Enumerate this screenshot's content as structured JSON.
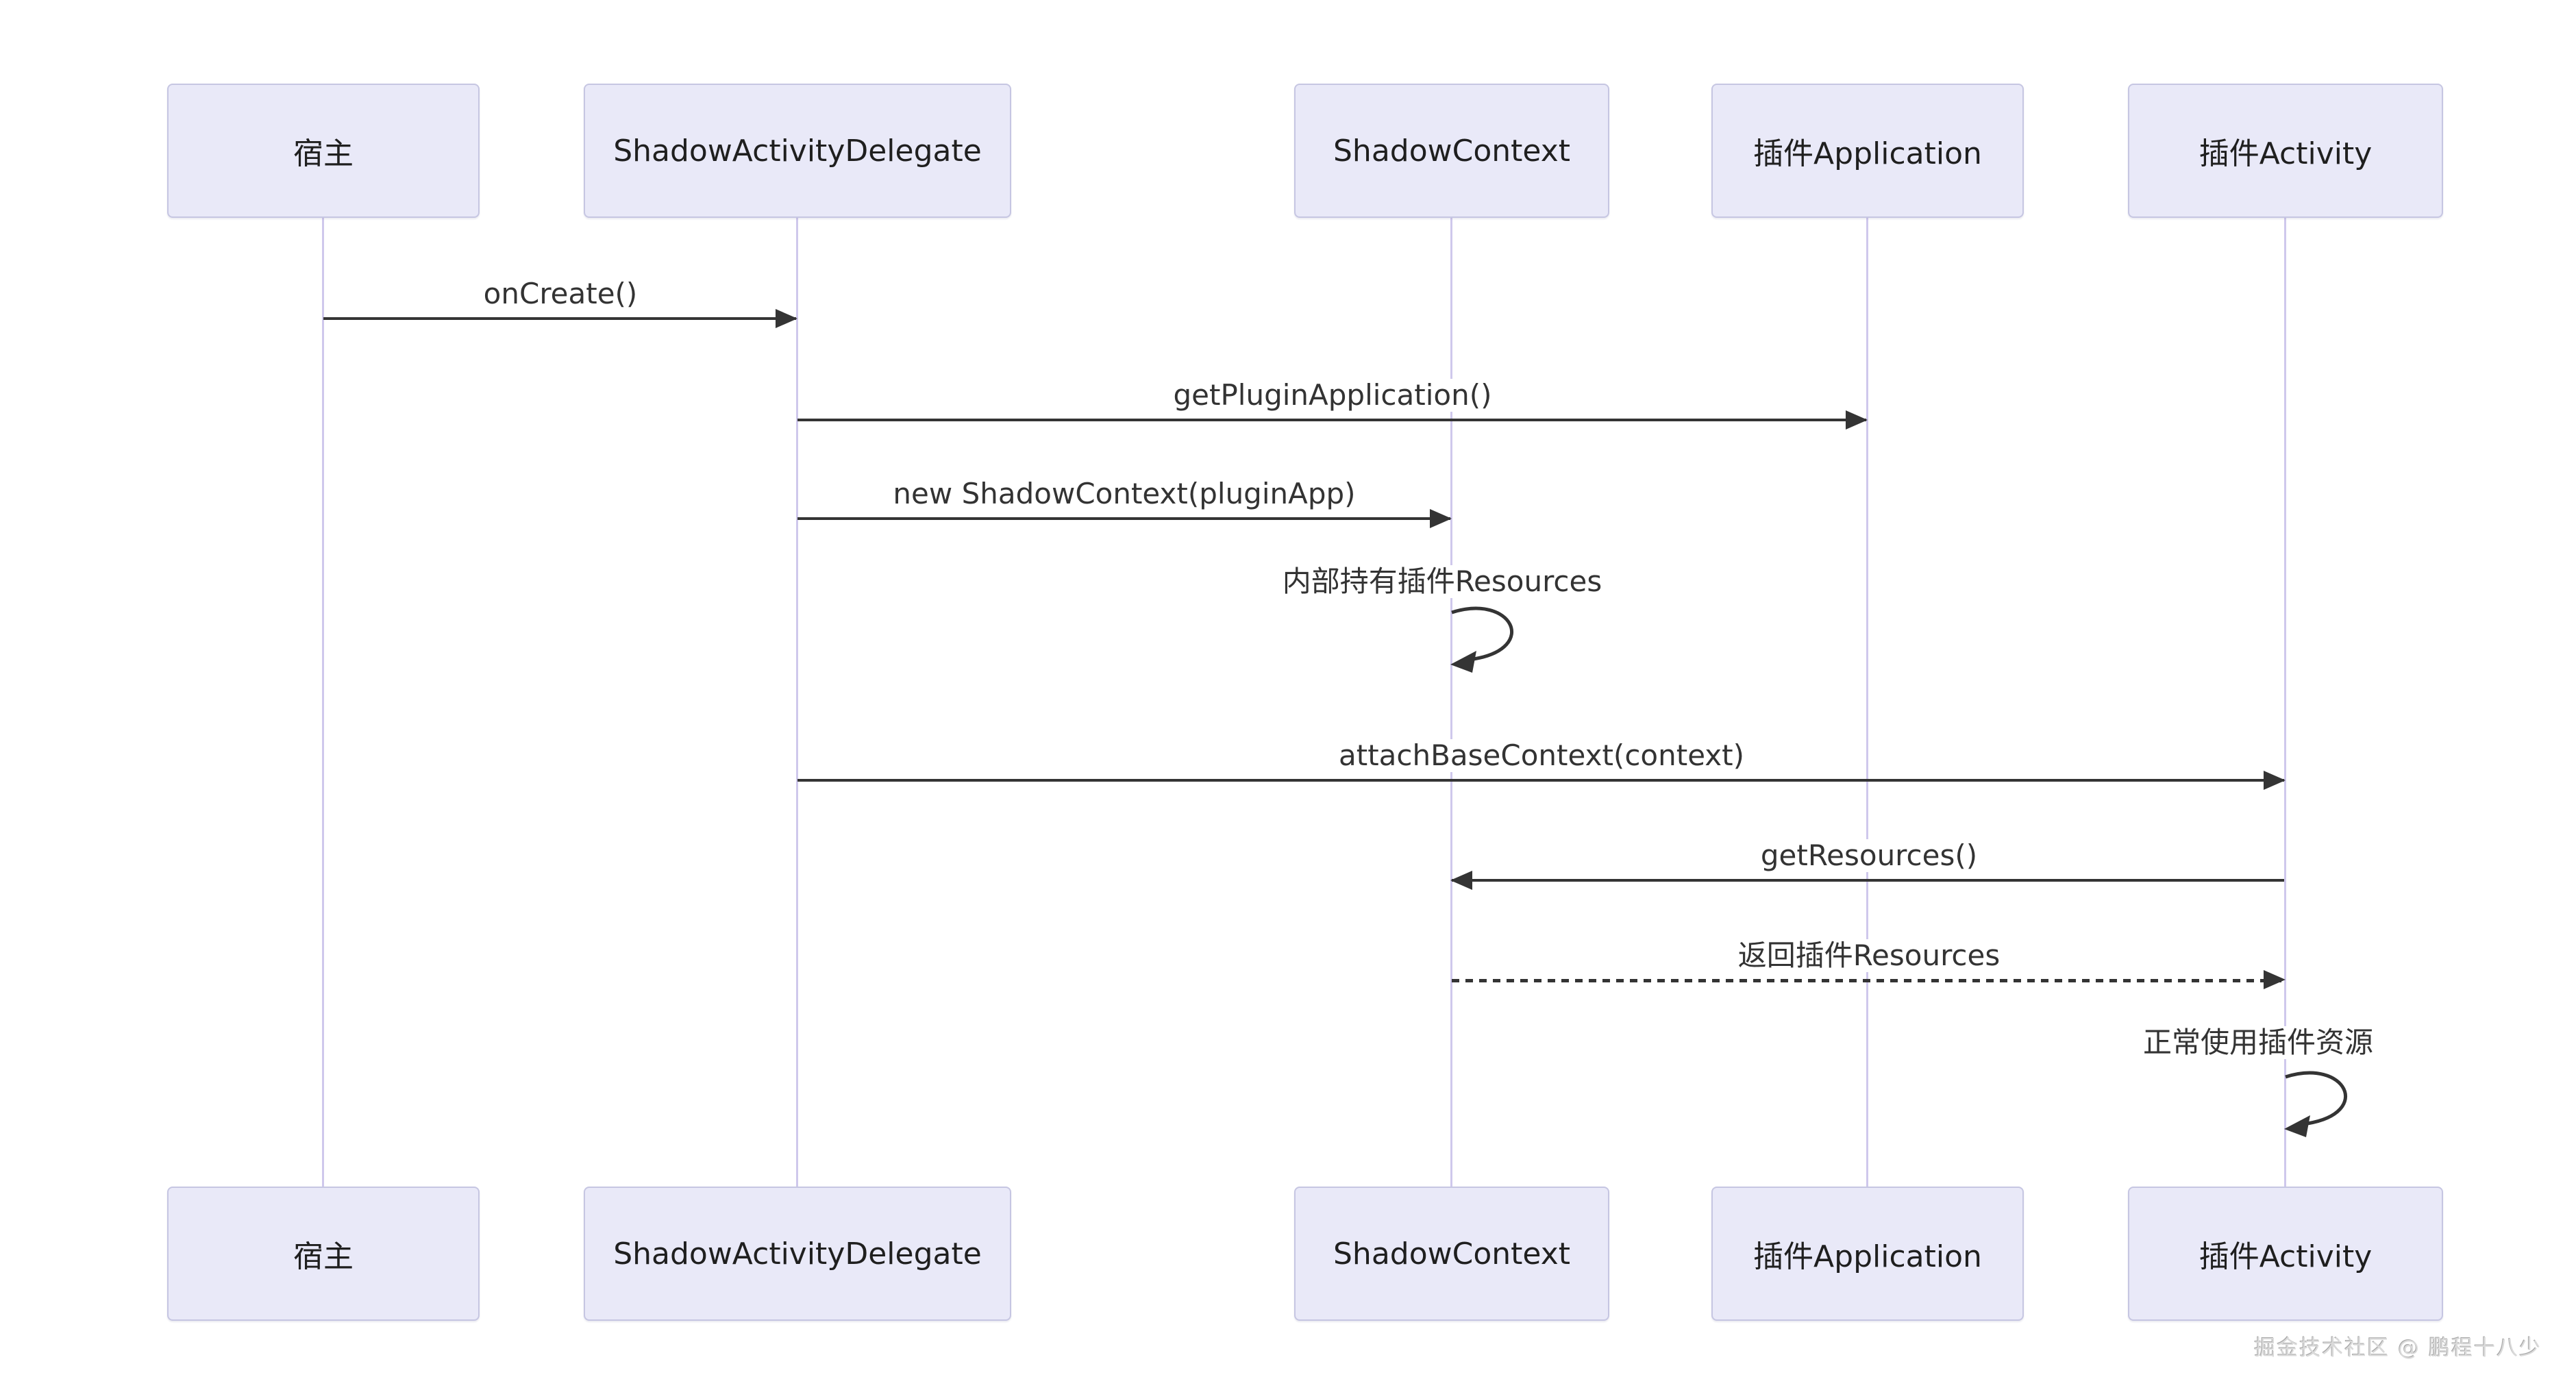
{
  "diagram": {
    "type": "sequence",
    "actors": [
      {
        "id": "host",
        "label": "宿主"
      },
      {
        "id": "shadow-activity-delegate",
        "label": "ShadowActivityDelegate"
      },
      {
        "id": "shadow-context",
        "label": "ShadowContext"
      },
      {
        "id": "plugin-application",
        "label": "插件Application"
      },
      {
        "id": "plugin-activity",
        "label": "插件Activity"
      }
    ],
    "messages": [
      {
        "from": "宿主",
        "to": "ShadowActivityDelegate",
        "label": "onCreate()",
        "style": "solid"
      },
      {
        "from": "ShadowActivityDelegate",
        "to": "插件Application",
        "label": "getPluginApplication()",
        "style": "solid"
      },
      {
        "from": "ShadowActivityDelegate",
        "to": "ShadowContext",
        "label": "new ShadowContext(pluginApp)",
        "style": "solid"
      },
      {
        "from": "ShadowContext",
        "to": "ShadowContext",
        "label": "内部持有插件Resources",
        "style": "self"
      },
      {
        "from": "ShadowActivityDelegate",
        "to": "插件Activity",
        "label": "attachBaseContext(context)",
        "style": "solid"
      },
      {
        "from": "插件Activity",
        "to": "ShadowContext",
        "label": "getResources()",
        "style": "solid"
      },
      {
        "from": "ShadowContext",
        "to": "插件Activity",
        "label": "返回插件Resources",
        "style": "dashed"
      },
      {
        "from": "插件Activity",
        "to": "插件Activity",
        "label": "正常使用插件资源",
        "style": "self"
      }
    ]
  },
  "watermark": "掘金技术社区 @ 鹏程十八少",
  "colors": {
    "background": "#ffffff",
    "actor_fill": "#e9e9f8",
    "actor_border": "#c6c6e2",
    "lifeline": "#cfc8ec",
    "line": "#343434",
    "text": "#333333",
    "watermark": "#dadada"
  }
}
